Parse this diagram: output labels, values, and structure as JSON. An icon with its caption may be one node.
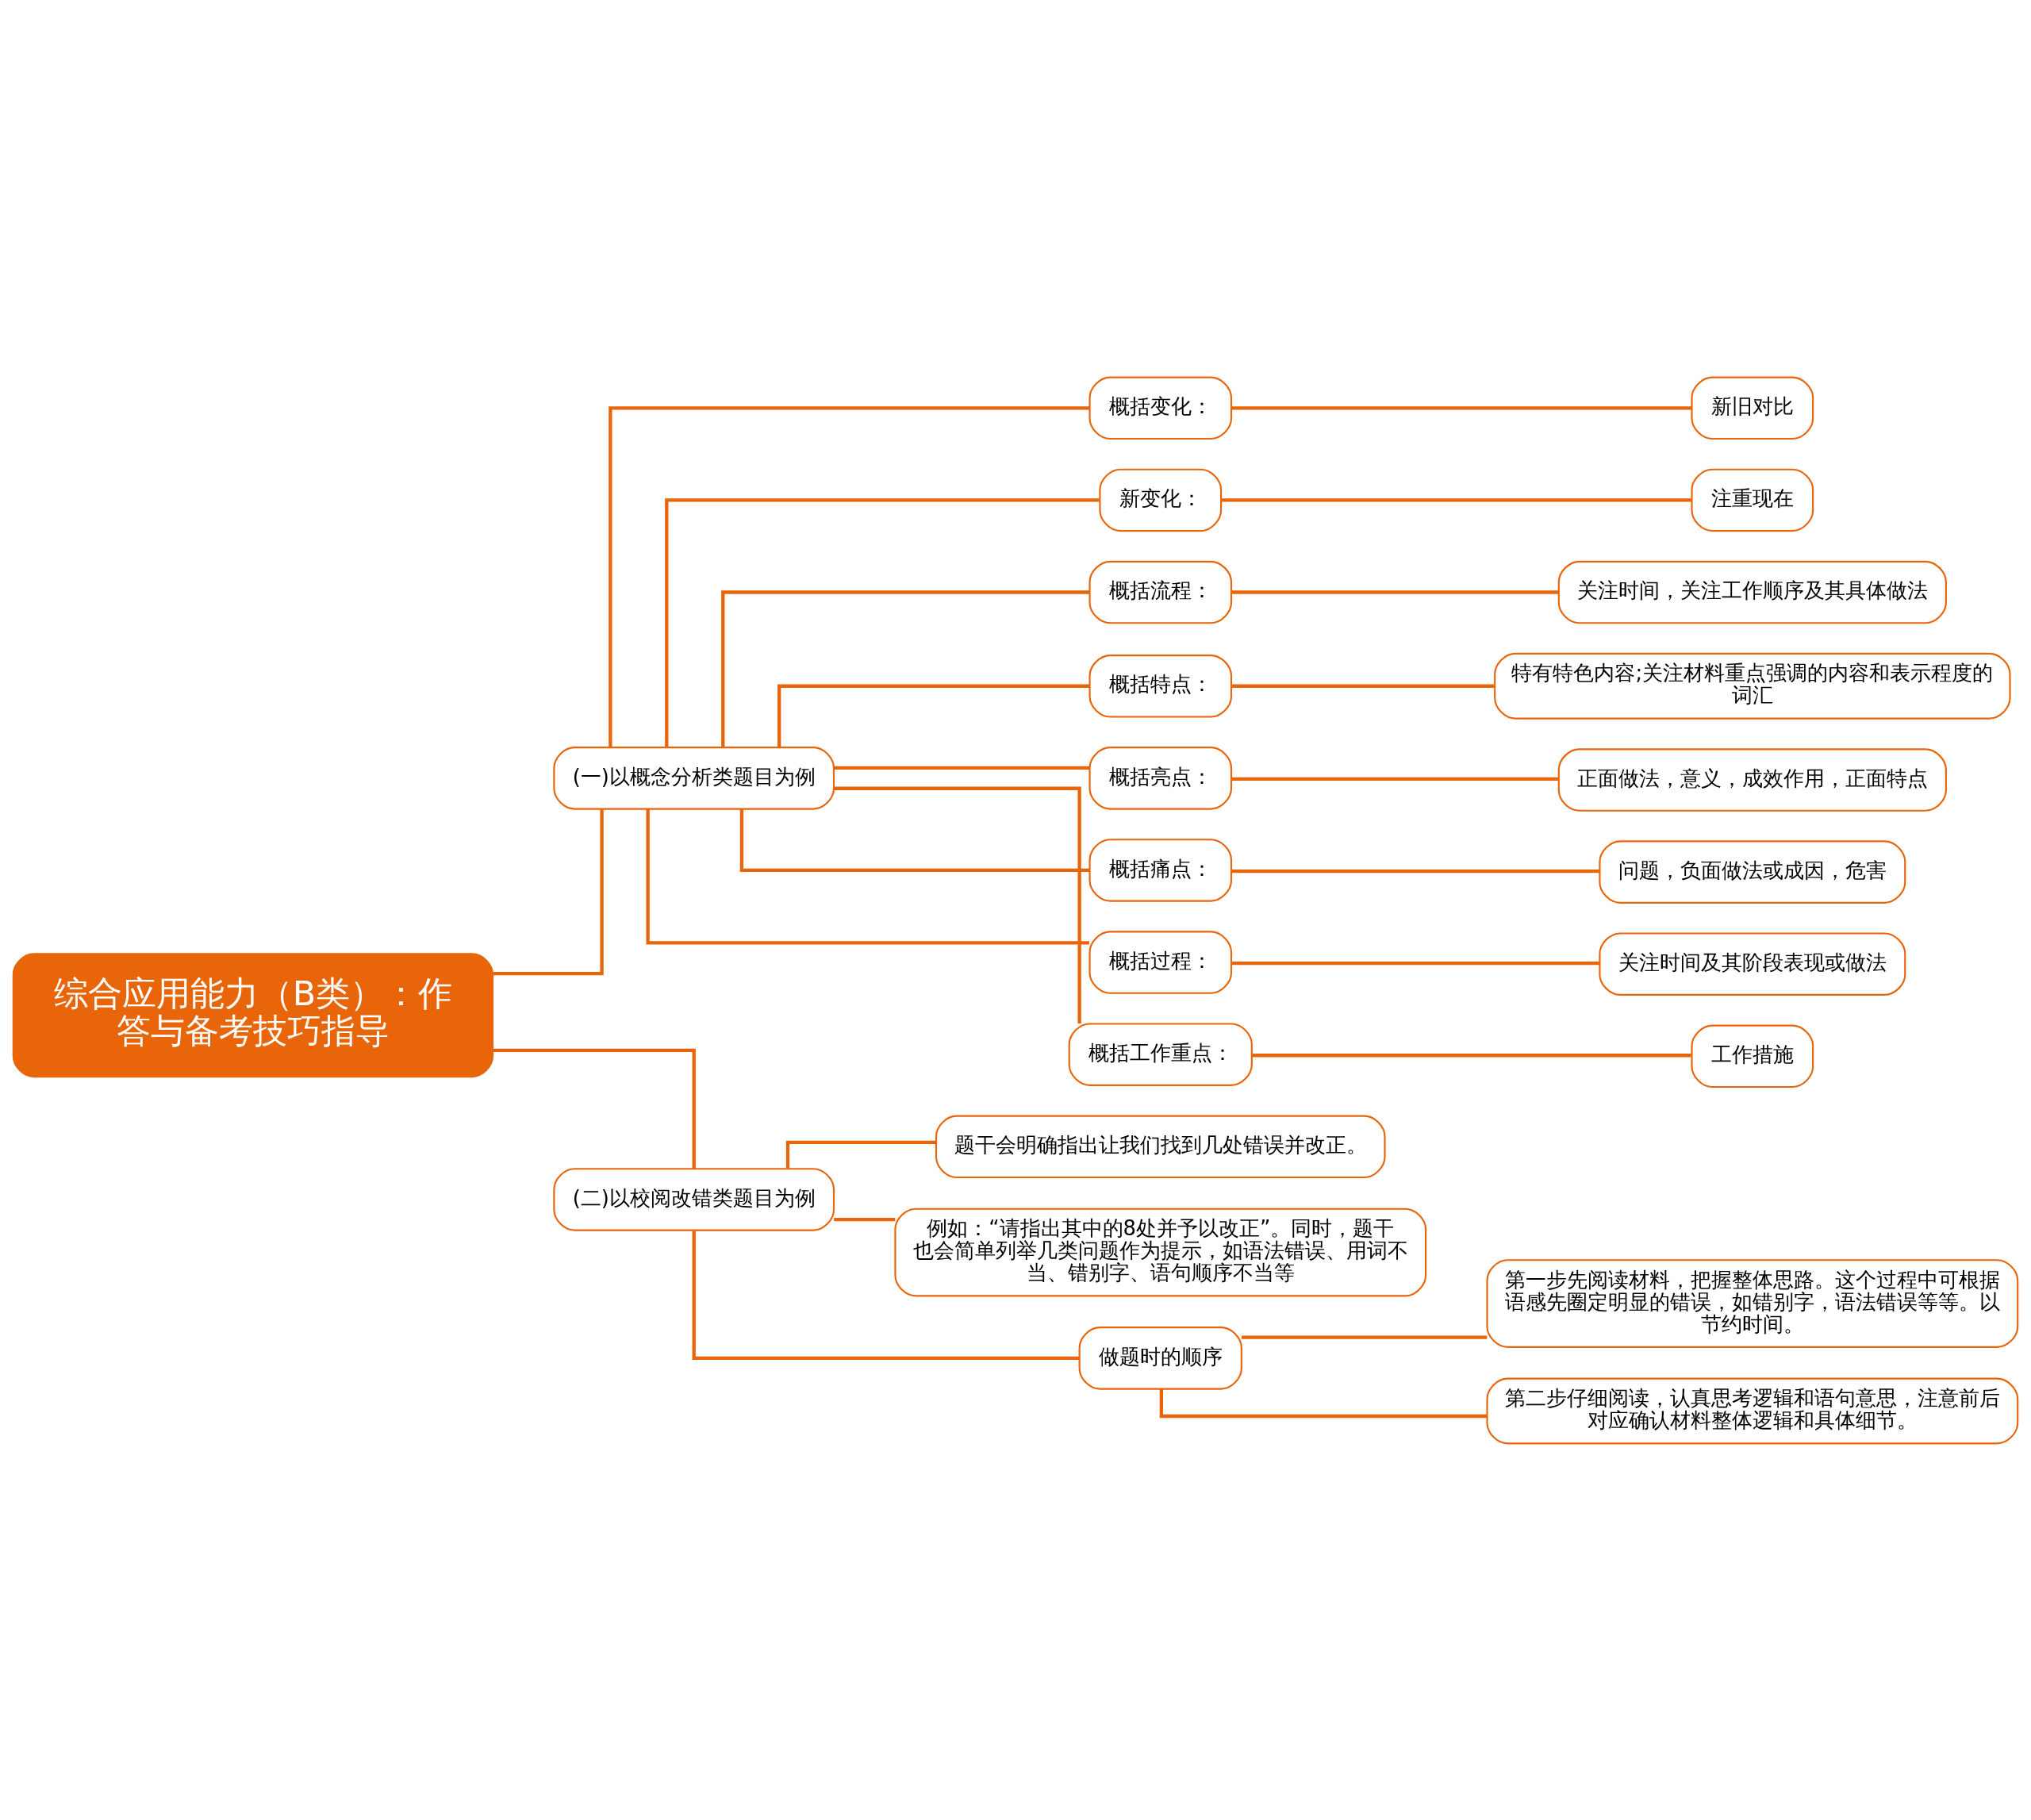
{
  "diagram": {
    "nodes": [
      {
        "text": [
          "综合应用能力（B类）：作答与备考技巧指导"
        ]
      },
      {
        "text": [
          "(一)以概念分析类题目为例"
        ]
      },
      {
        "text": [
          "概括变化："
        ]
      },
      {
        "text": [
          "新旧对比"
        ]
      },
      {
        "text": [
          "新变化："
        ]
      },
      {
        "text": [
          "注重现在"
        ]
      },
      {
        "text": [
          "概括流程："
        ]
      },
      {
        "text": [
          "关注时间，关注工作顺序及其具体做法"
        ]
      },
      {
        "text": [
          "概括特点："
        ]
      },
      {
        "text": [
          "特有特色内容;关注材料重点强调的内容和表示程度的词汇"
        ]
      },
      {
        "text": [
          "概括亮点："
        ]
      },
      {
        "text": [
          "正面做法，意义，成效作用，正面特点"
        ]
      },
      {
        "text": [
          "概括痛点："
        ]
      },
      {
        "text": [
          "问题，负面做法或成因，危害"
        ]
      },
      {
        "text": [
          "概括过程："
        ]
      },
      {
        "text": [
          "关注时间及其阶段表现或做法"
        ]
      },
      {
        "text": [
          "概括工作重点："
        ]
      },
      {
        "text": [
          "工作措施"
        ]
      },
      {
        "text": [
          "(二)以校阅改错类题目为例"
        ]
      },
      {
        "text": [
          "题干会明确指出让我们找到几处错误并改正。"
        ]
      },
      {
        "text": [
          "例如：“请指出其中的8处并予以改正”。同时，题干也会简单列举几类问题作为提示，如语法错误、用词不当、错别字、语句顺序不当等"
        ]
      },
      {
        "text": [
          "做题时的顺序"
        ]
      },
      {
        "text": [
          "第一步先阅读材料，把握整体思路。这个过程中可根据语感先圈定明显的错误，如错别字，语法错误等等。以节约时间。"
        ]
      },
      {
        "text": [
          "第二步仔细阅读，认真思考逻辑和语句意思，注意前后对应确认材料整体逻辑和具体细节。"
        ]
      }
    ],
    "edges": [
      {
        "from": 0,
        "to": 1,
        "arrow": "none"
      },
      {
        "from": 1,
        "to": 2,
        "arrow": "none"
      },
      {
        "from": 2,
        "to": 3,
        "arrow": "none"
      },
      {
        "from": 1,
        "to": 4,
        "arrow": "none"
      },
      {
        "from": 4,
        "to": 5,
        "arrow": "none"
      },
      {
        "from": 1,
        "to": 6,
        "arrow": "none"
      },
      {
        "from": 6,
        "to": 7,
        "arrow": "none"
      },
      {
        "from": 1,
        "to": 8,
        "arrow": "none"
      },
      {
        "from": 8,
        "to": 9,
        "arrow": "none"
      },
      {
        "from": 1,
        "to": 10,
        "arrow": "none"
      },
      {
        "from": 10,
        "to": 11,
        "arrow": "none"
      },
      {
        "from": 1,
        "to": 12,
        "arrow": "none"
      },
      {
        "from": 12,
        "to": 13,
        "arrow": "none"
      },
      {
        "from": 1,
        "to": 14,
        "arrow": "none"
      },
      {
        "from": 14,
        "to": 15,
        "arrow": "none"
      },
      {
        "from": 1,
        "to": 16,
        "arrow": "none"
      },
      {
        "from": 16,
        "to": 17,
        "arrow": "none"
      },
      {
        "from": 0,
        "to": 18,
        "arrow": "none"
      },
      {
        "from": 18,
        "to": 19,
        "arrow": "none"
      },
      {
        "from": 18,
        "to": 20,
        "arrow": "none"
      },
      {
        "from": 18,
        "to": 21,
        "arrow": "none"
      },
      {
        "from": 21,
        "to": 22,
        "arrow": "none"
      },
      {
        "from": 21,
        "to": 23,
        "arrow": "none"
      }
    ]
  }
}
